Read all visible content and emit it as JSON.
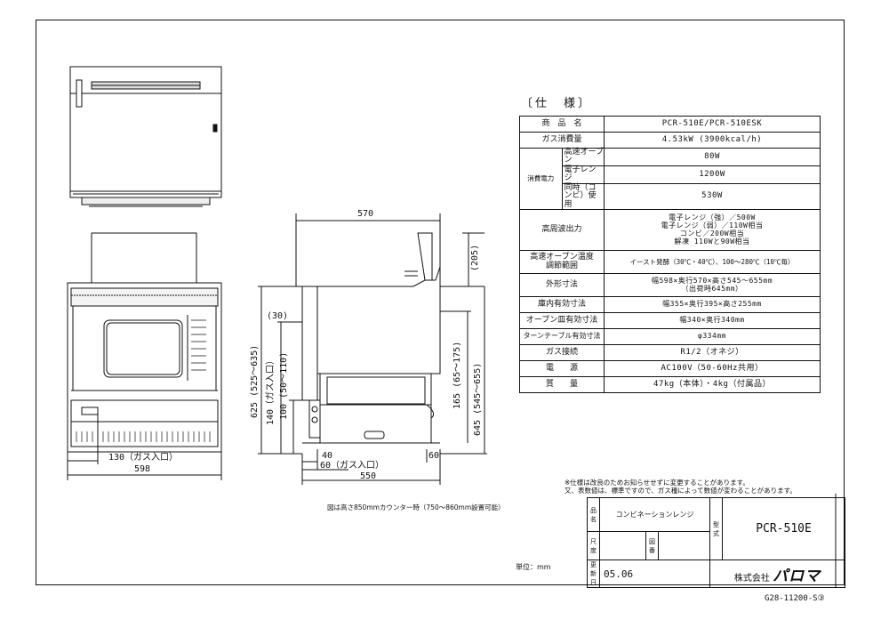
{
  "spec": {
    "title": "〔仕　様〕",
    "rows": [
      {
        "label": "商　品　名",
        "value": "PCR-510E/PCR-510ESK"
      },
      {
        "label": "ガス消費量",
        "value": "4.53kW (3900kcal/h)"
      },
      {
        "group": "消費電力",
        "label": "高速オーブン",
        "value": "80W"
      },
      {
        "label": "電子レンジ",
        "value": "1200W"
      },
      {
        "label": "同時（コンビ）使用",
        "value": "530W"
      },
      {
        "label": "高周波出力",
        "value_lines": [
          "電子レンジ（強）／500W",
          "電子レンジ（弱）／110W相当",
          "コンビ／200W相当",
          "解凍 110Wと90W相当"
        ]
      },
      {
        "label_lines": [
          "高速オーブン温度",
          "調節範囲"
        ],
        "value": "イースト発酵（30℃・40℃）、100～280℃（10℃毎）"
      },
      {
        "label": "外形寸法",
        "value_lines": [
          "幅598×奥行570×高さ545～655mm",
          "（出荷時645mm）"
        ]
      },
      {
        "label": "庫内有効寸法",
        "value": "幅355×奥行395×高さ255mm"
      },
      {
        "label": "オーブン皿有効寸法",
        "value": "幅340×奥行340mm"
      },
      {
        "label": "ターンテーブル有効寸法",
        "value": "φ334mm"
      },
      {
        "label": "ガス接続",
        "value": "R1/2（オネジ）"
      },
      {
        "label": "電　　源",
        "value": "AC100V（50-60Hz共用）"
      },
      {
        "label": "質　　量",
        "value": "47kg（本体）・4kg（付属品）"
      }
    ]
  },
  "notes": {
    "line1": "※仕様は改良のためお知らせせずに変更することがあります。",
    "line2": "又、表数値は、標準ですので、ガス種によって数値が変わることがあります。"
  },
  "counter_note": "図は高さ850mmカウンター時（750～860mm設置可能）",
  "unit_note": "単位：mm",
  "title_block": {
    "name_label": "品名",
    "name": "コンビネーションレンジ",
    "model_label": "型式",
    "model": "PCR-510E",
    "scale_label": "尺度",
    "drawing_label": "図番",
    "date_label": "更新日",
    "date": "05.06",
    "company": "株式会社",
    "brand": "パロマ"
  },
  "doc_number": "G28-11200-S③",
  "dimensions": {
    "front_130": "130（ガス入口）",
    "front_598": "598",
    "side_570": "570",
    "side_205": "(205)",
    "side_30": "(30)",
    "side_625": "625 (525～635)",
    "side_140": "140（ガス入口）",
    "side_100": "100 (50～110)",
    "side_165": "165 (65～175)",
    "side_645": "645 (545～655)",
    "side_40": "40",
    "side_60a": "60（ガス入口）",
    "side_60b": "60",
    "side_550": "550"
  }
}
